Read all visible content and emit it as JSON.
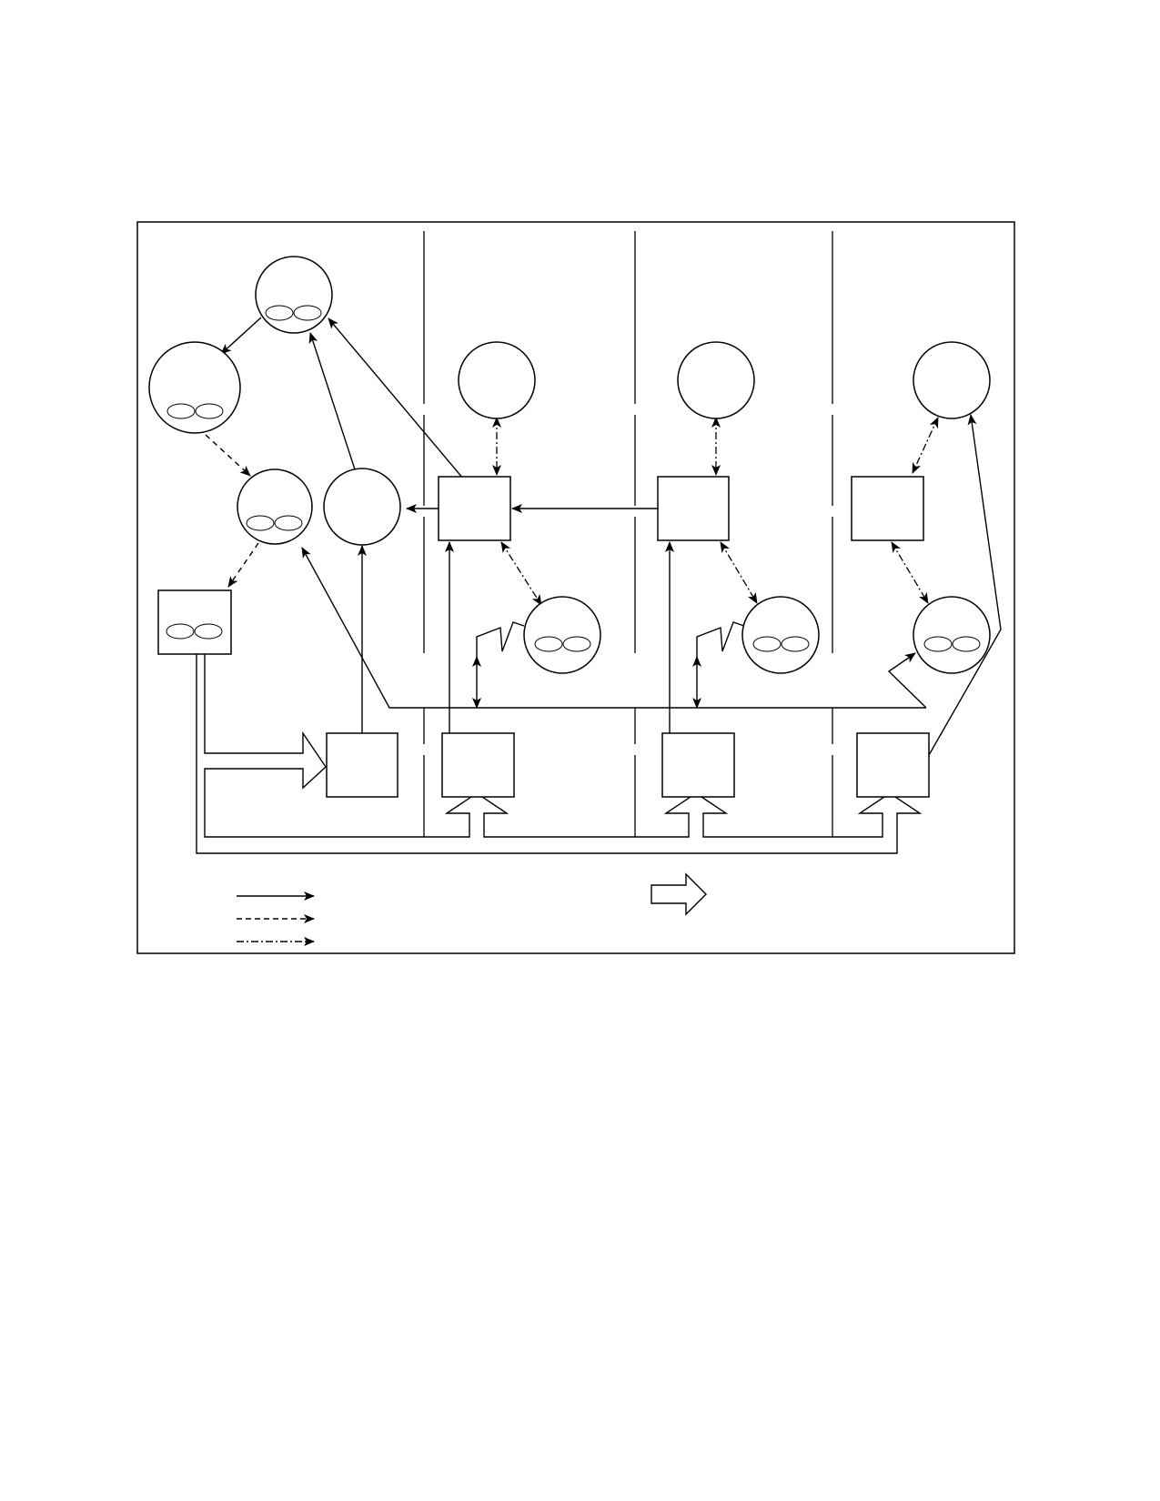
{
  "diagram": {
    "colors": {
      "stroke": "#000000",
      "background": "#ffffff"
    },
    "nodes": [
      {
        "id": "circle-top",
        "shape": "circle",
        "has_oval_pair": true
      },
      {
        "id": "circle-left-large",
        "shape": "circle",
        "has_oval_pair": true
      },
      {
        "id": "circle-mid-left",
        "shape": "circle",
        "has_oval_pair": true
      },
      {
        "id": "circle-mid",
        "shape": "circle",
        "has_oval_pair": false
      },
      {
        "id": "box-left-ovals",
        "shape": "box",
        "has_oval_pair": true
      },
      {
        "id": "circle-col1-top",
        "shape": "circle",
        "has_oval_pair": false
      },
      {
        "id": "circle-col2-top",
        "shape": "circle",
        "has_oval_pair": false
      },
      {
        "id": "circle-col3-top",
        "shape": "circle",
        "has_oval_pair": false
      },
      {
        "id": "box-col1-mid",
        "shape": "box",
        "has_oval_pair": false
      },
      {
        "id": "box-col2-mid",
        "shape": "box",
        "has_oval_pair": false
      },
      {
        "id": "box-col3-mid",
        "shape": "box",
        "has_oval_pair": false
      },
      {
        "id": "circle-col1-low",
        "shape": "circle",
        "has_oval_pair": true
      },
      {
        "id": "circle-col2-low",
        "shape": "circle",
        "has_oval_pair": true
      },
      {
        "id": "circle-col3-low",
        "shape": "circle",
        "has_oval_pair": true
      },
      {
        "id": "box-bottom-0",
        "shape": "box",
        "has_oval_pair": false
      },
      {
        "id": "box-bottom-1",
        "shape": "box",
        "has_oval_pair": false
      },
      {
        "id": "box-bottom-2",
        "shape": "box",
        "has_oval_pair": false
      },
      {
        "id": "box-bottom-3",
        "shape": "box",
        "has_oval_pair": false
      }
    ],
    "legend": [
      {
        "style": "solid-arrow"
      },
      {
        "style": "dashed-arrow"
      },
      {
        "style": "dash-dot-arrow"
      },
      {
        "style": "hollow-block-arrow"
      }
    ]
  }
}
